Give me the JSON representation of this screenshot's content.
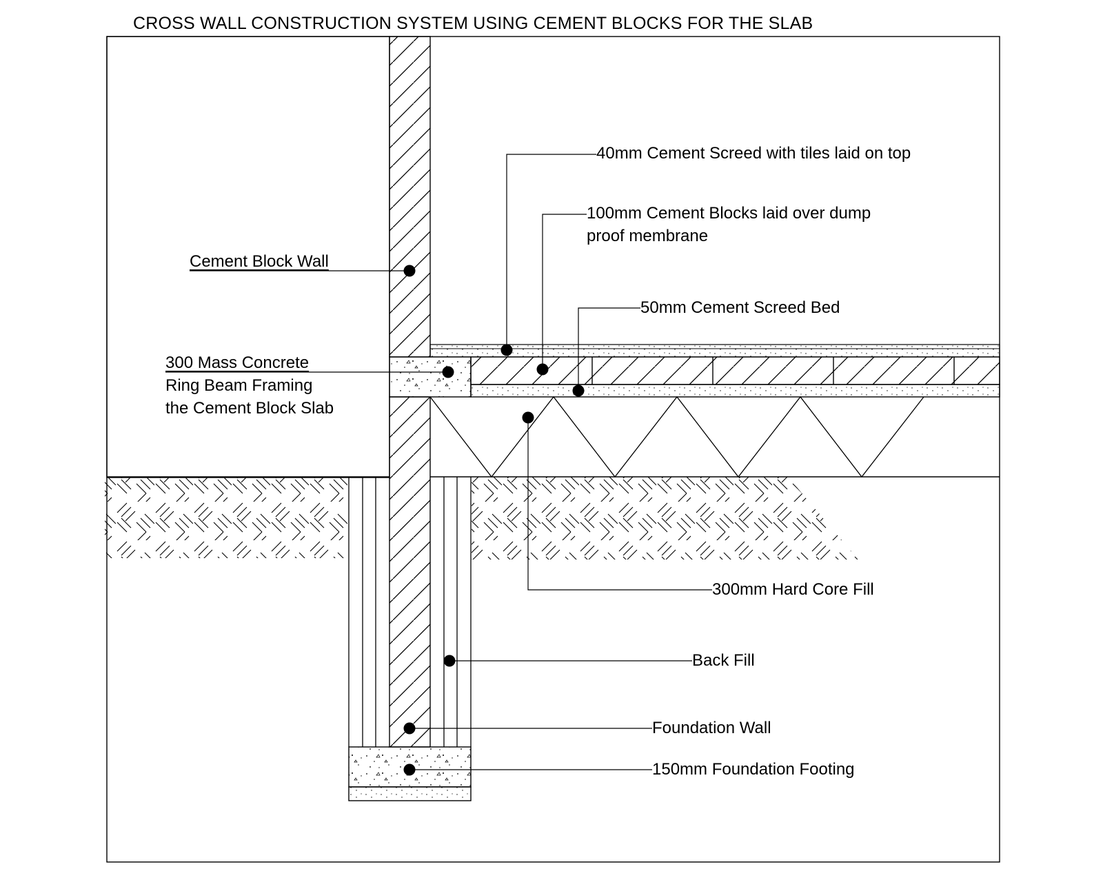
{
  "title": "CROSS WALL CONSTRUCTION SYSTEM USING CEMENT BLOCKS  FOR THE SLAB",
  "labels": {
    "screed_tiles": "40mm Cement Screed with tiles laid on top",
    "blocks_line1": "100mm Cement Blocks laid over dump",
    "blocks_line2": "proof membrane",
    "screed_bed": "50mm Cement Screed Bed",
    "block_wall": "Cement Block Wall",
    "ring_beam_line1": "300 Mass Concrete",
    "ring_beam_line2": "Ring Beam Framing",
    "ring_beam_line3": "the Cement Block Slab",
    "hard_core": "300mm Hard Core Fill",
    "back_fill": "Back Fill",
    "foundation_wall": "Foundation Wall",
    "footing": "150mm Foundation Footing"
  }
}
